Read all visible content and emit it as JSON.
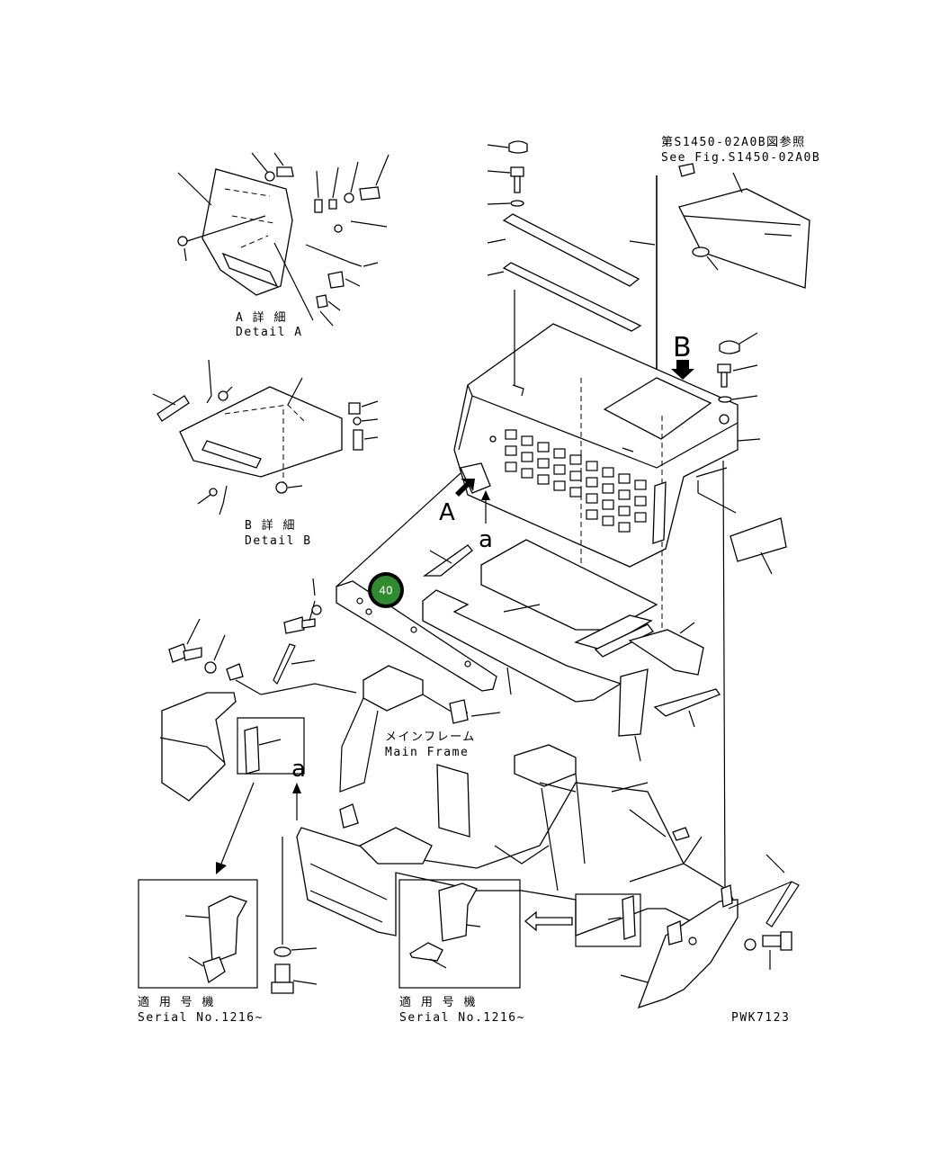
{
  "labels": {
    "ref_jp": "第S1450-02A0B図参照",
    "ref_en": "See Fig.S1450-02A0B",
    "detail_a_jp": "A 詳 細",
    "detail_a_en": "Detail A",
    "detail_b_jp": "B 詳 細",
    "detail_b_en": "Detail B",
    "main_frame_jp": "メインフレーム",
    "main_frame_en": "Main Frame",
    "serial_left_jp": "適 用 号 機",
    "serial_left_en": "Serial No.1216~",
    "serial_right_jp": "適 用 号 機",
    "serial_right_en": "Serial No.1216~",
    "view_b": "B",
    "view_a": "A",
    "arrow_a_upper": "a",
    "arrow_a_lower": "a",
    "drawing_code": "PWK7123"
  },
  "callout": {
    "number": "40",
    "color": "#2e8b2e",
    "ring_color": "#000000"
  }
}
